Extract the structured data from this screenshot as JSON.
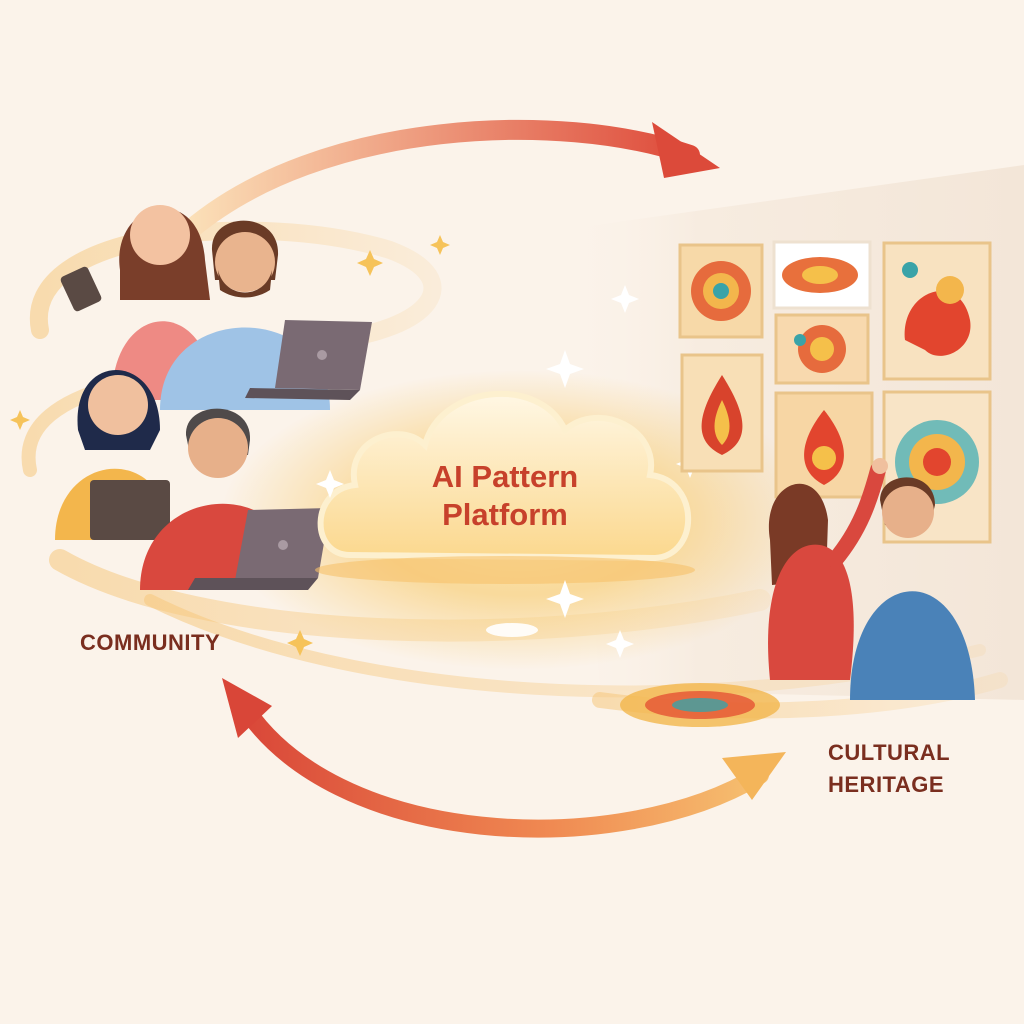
{
  "center": {
    "title_line1": "AI Pattern",
    "title_line2": "Platform"
  },
  "community": {
    "label": "COMMUNITY"
  },
  "heritage": {
    "label_line1": "CULTURAL",
    "label_line2": "HERITAGE"
  },
  "colors": {
    "background": "#fbf3ea",
    "accent_red": "#d9473a",
    "accent_gold": "#f4b55a",
    "label_text": "#7a2e1f",
    "cloud_text": "#c7412b"
  },
  "icons": [
    "tablet-icon",
    "laptop-icon",
    "cloud-icon",
    "sparkle-icon",
    "arrow-icon"
  ]
}
